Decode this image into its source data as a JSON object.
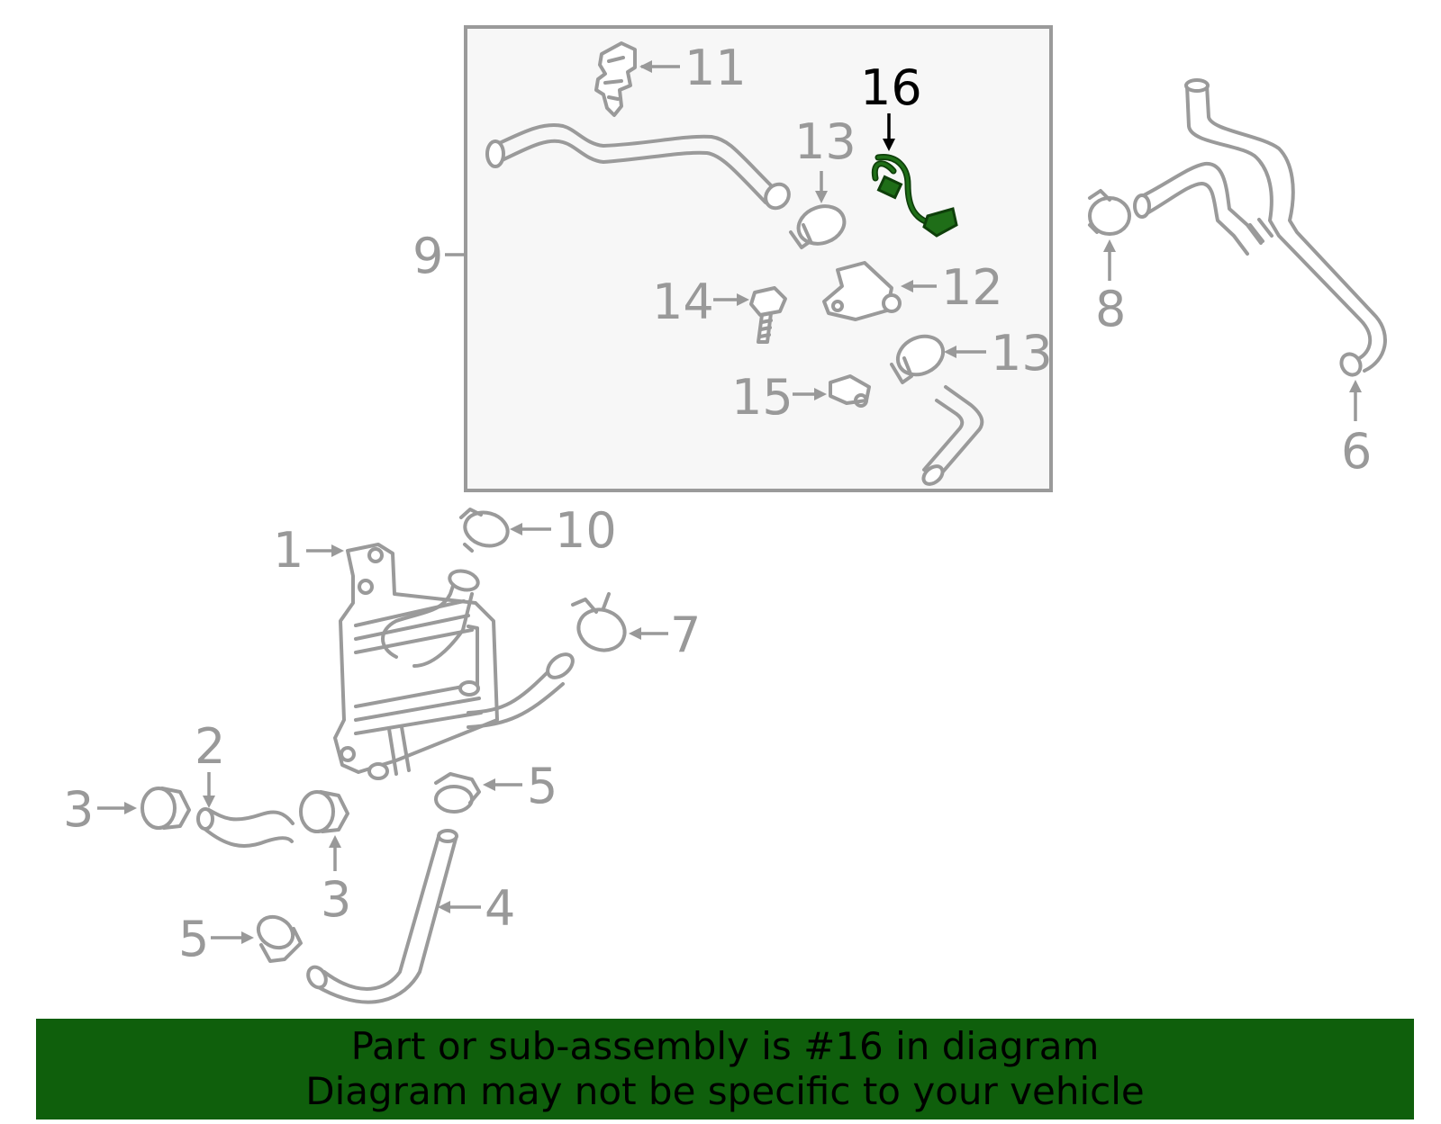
{
  "callouts": {
    "c1": "1",
    "c2": "2",
    "c3a": "3",
    "c3b": "3",
    "c4": "4",
    "c5a": "5",
    "c5b": "5",
    "c6": "6",
    "c7": "7",
    "c8": "8",
    "c9": "9",
    "c10": "10",
    "c11": "11",
    "c12": "12",
    "c13a": "13",
    "c13b": "13",
    "c14": "14",
    "c15": "15",
    "c16": "16"
  },
  "highlight": {
    "part_number": "16",
    "color": "#1f6e18"
  },
  "colors": {
    "banner": "#0f5f0c",
    "line_art": "#9a9a9a",
    "inset_bg": "#f7f7f7"
  },
  "banner": {
    "line1": "Part or sub-assembly is #16 in diagram",
    "line2": "Diagram may not be specific to your vehicle"
  }
}
